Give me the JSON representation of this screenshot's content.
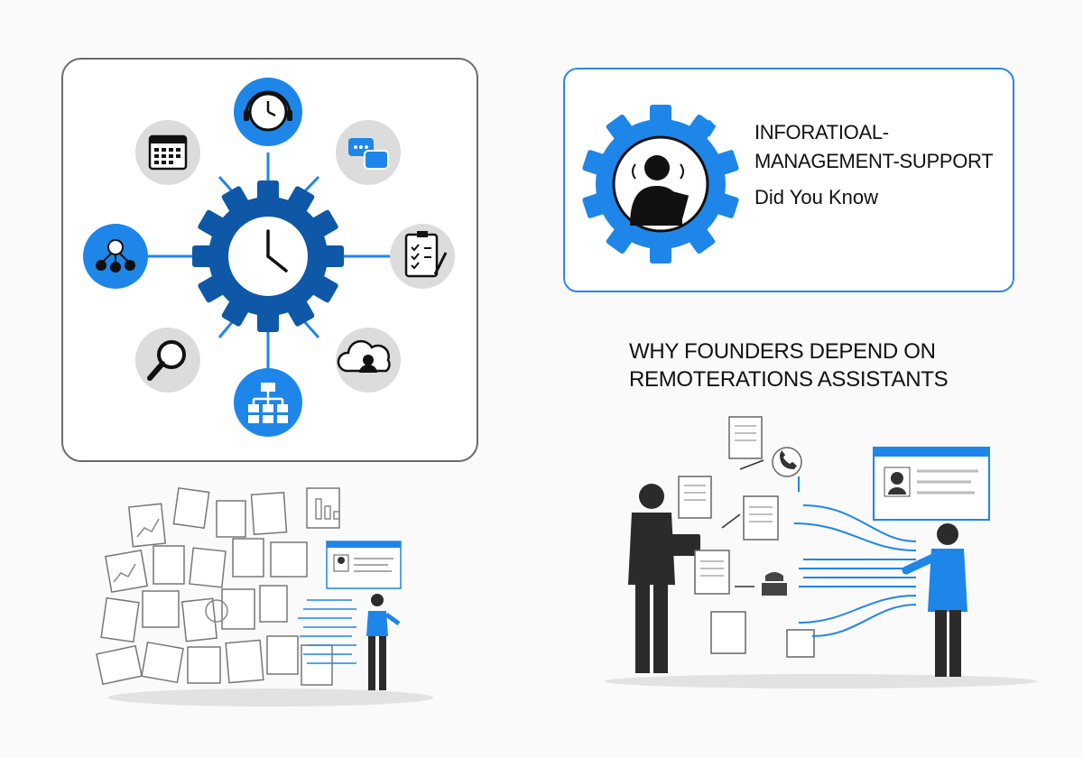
{
  "info_card": {
    "title_line1": "INFORATIOAL-",
    "title_line2": "MANAGEMENT-SUPPORT",
    "subtitle": "Did You Know"
  },
  "headline": {
    "line1": "WHY FOUNDERS DEPEND ON",
    "line2": "REMOTERATIONS ASSISTANTS"
  },
  "colors": {
    "accent_blue": "#1e86e8",
    "dark_blue": "#0f58a8",
    "icon_grey": "#dcdcdc",
    "figure_dark": "#2b2b2b"
  },
  "hub_icons": [
    "clock-headset-icon",
    "chat-icon",
    "checklist-icon",
    "cloud-user-icon",
    "org-chart-icon",
    "magnifier-icon",
    "network-icon",
    "calendar-icon"
  ]
}
